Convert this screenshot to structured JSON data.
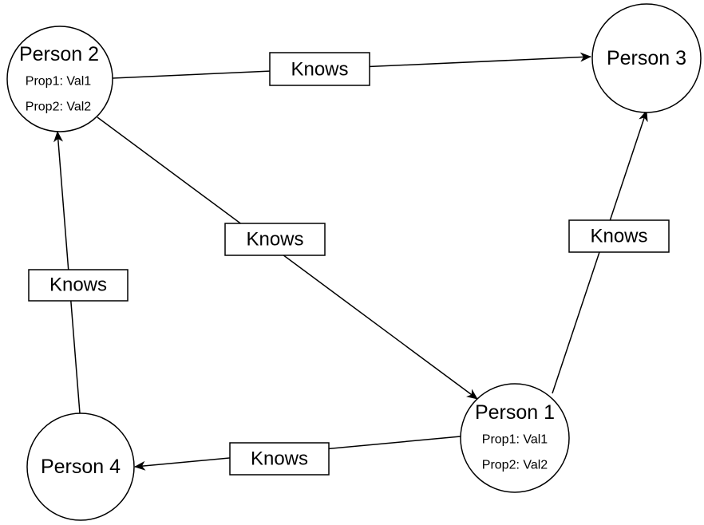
{
  "nodes": {
    "person2": {
      "title": "Person 2",
      "props": [
        "Prop1: Val1",
        "Prop2: Val2"
      ]
    },
    "person3": {
      "title": "Person 3",
      "props": []
    },
    "person1": {
      "title": "Person 1",
      "props": [
        "Prop1: Val1",
        "Prop2: Val2"
      ]
    },
    "person4": {
      "title": "Person 4",
      "props": []
    }
  },
  "edges": [
    {
      "from": "person2",
      "to": "person3",
      "label": "Knows"
    },
    {
      "from": "person2",
      "to": "person1",
      "label": "Knows"
    },
    {
      "from": "person1",
      "to": "person3",
      "label": "Knows"
    },
    {
      "from": "person4",
      "to": "person2",
      "label": "Knows"
    },
    {
      "from": "person1",
      "to": "person4",
      "label": "Knows"
    }
  ],
  "colors": {
    "stroke": "#000000",
    "fill": "#ffffff"
  }
}
